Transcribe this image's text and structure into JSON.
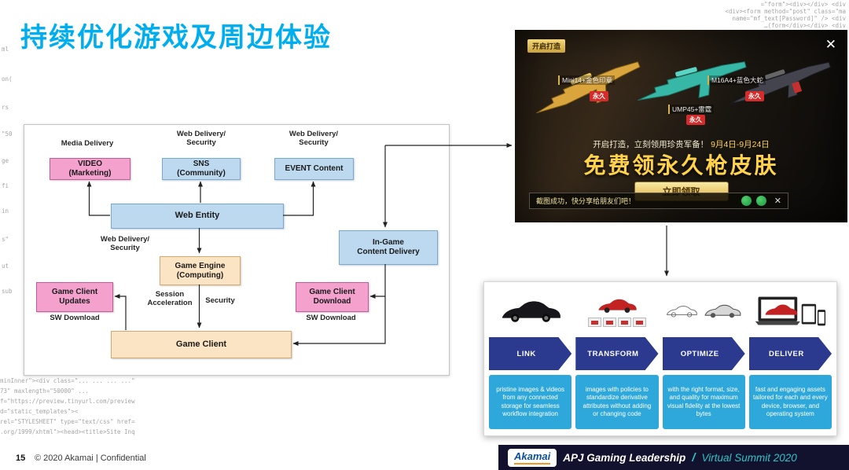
{
  "slide": {
    "title": "持续优化游戏及周边体验",
    "page_number": "15",
    "copyright": "© 2020 Akamai | Confidential"
  },
  "footer_bar": {
    "logo_text": "Akamai",
    "event_title": "APJ Gaming Leadership",
    "separator": "/",
    "event_subtitle": "Virtual Summit 2020"
  },
  "diagram": {
    "labels": {
      "media_delivery": "Media Delivery",
      "web_delivery_security_1": "Web Delivery/\nSecurity",
      "web_delivery_security_2": "Web Delivery/\nSecurity",
      "web_delivery_security_3": "Web Delivery/\nSecurity",
      "session_acceleration": "Session\nAcceleration",
      "security": "Security",
      "sw_download_1": "SW Download",
      "sw_download_2": "SW Download"
    },
    "nodes": {
      "video": "VIDEO\n(Marketing)",
      "sns": "SNS\n(Community)",
      "event": "EVENT Content",
      "web_entity": "Web Entity",
      "in_game": "In-Game\nContent Delivery",
      "game_engine": "Game Engine\n(Computing)",
      "game_client_updates": "Game Client\nUpdates",
      "game_client_download": "Game Client\nDownload",
      "game_client": "Game Client"
    }
  },
  "game_popup": {
    "badge": "开启打造",
    "close": "✕",
    "weapon_labels": [
      "Mini14+金色印章",
      "M16A4+蓝色大蛇",
      "UMP45+雷霆"
    ],
    "permanent_tag": "永久",
    "promo_line": "开启打造，立刻领用珍贵军备！",
    "date_range": "9月4日-9月24日",
    "headline": "免费领永久枪皮肤",
    "claim_button": "立即领取",
    "share_bar_text": "截图成功，快分享给朋友们吧！",
    "share_close": "✕"
  },
  "pipeline": {
    "steps": [
      {
        "label": "LINK",
        "desc": "pristine images & videos from any connected storage for seamless workflow integration"
      },
      {
        "label": "TRANSFORM",
        "desc": "images with policies to standardize derivative attributes without adding or changing code"
      },
      {
        "label": "OPTIMIZE",
        "desc": "with the right format, size, and quality for maximum visual fidelity at the lowest bytes"
      },
      {
        "label": "DELIVER",
        "desc": "fast and engaging assets tailored for each and every device, browser, and operating system"
      }
    ]
  },
  "code_decoration": [
    "=\"form\"><div></div> <div",
    "<div><form method=\"post\" class=\"ma",
    "name=\"mf_text[Password]\" /> <div",
    "…(form</div></div> <div",
    "ml",
    "on(",
    "rs",
    "\"50",
    "ge",
    "fi",
    "in",
    "s\"",
    "ut",
    "sub",
    "minInner\"><div class=\"... ... ... ...\"",
    "73\" maxlength=\"50000\" ...",
    "f=\"https://preview.tinyurl.com/preview",
    "d=\"static_templates\"><",
    "rel=\"STYLESHEET\" type=\"text/css\" href=",
    ".org/1999/xhtml\"><head><title>Site Inq"
  ]
}
